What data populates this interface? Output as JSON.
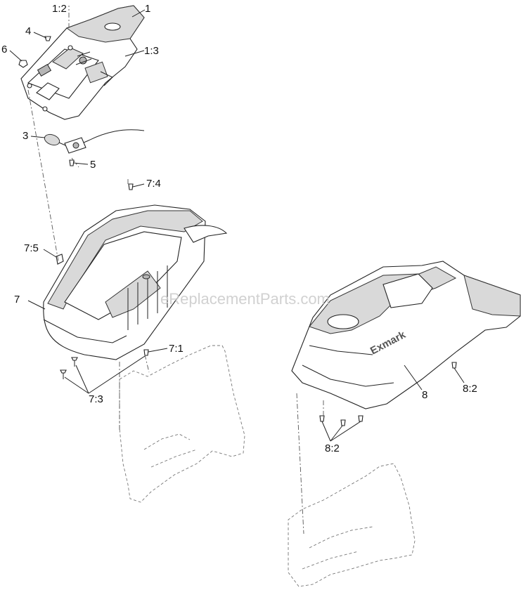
{
  "watermark": "eReplacementParts.com",
  "brand_logo": "Exmark",
  "callouts": {
    "c1": "1",
    "c1_2": "1:2",
    "c1_3": "1:3",
    "c3": "3",
    "c4": "4",
    "c5": "5",
    "c6": "6",
    "c7": "7",
    "c7_1": "7:1",
    "c7_3": "7:3",
    "c7_4": "7:4",
    "c7_5": "7:5",
    "c8": "8",
    "c8_2a": "8:2",
    "c8_2b": "8:2"
  }
}
